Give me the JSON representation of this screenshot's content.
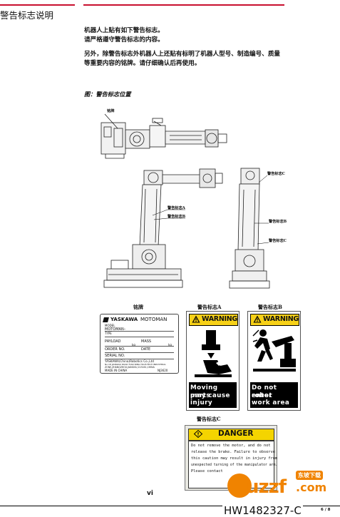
{
  "header": {
    "section_title": "警告标志说明"
  },
  "intro": {
    "line1": "机器人上贴有如下警告标志。",
    "line2": "请严格遵守警告标志的内容。",
    "line3": "另外，除警告标志外机器人上还贴有标明了机器人型号、制造编号、质量",
    "line4": "等重要内容的铭牌。请仔细确认后再使用。"
  },
  "figure": {
    "caption": "图：警告标志位置",
    "callouts": {
      "nameplate": "铭牌",
      "warning_a_1": "警告标志A",
      "warning_b_1": "警告标志B",
      "warning_c_1": "警告标志C",
      "warning_b_2": "警告标志B",
      "warning_c_2": "警告标志C"
    }
  },
  "labels_row": {
    "nameplate_title": "铭牌",
    "warning_a_title": "警告标志A",
    "warning_b_title": "警告标志B",
    "warning_c_title": "警告标志C"
  },
  "nameplate": {
    "brand": "YASKAWA",
    "product": "MOTOMAN",
    "model_label": "MODEL",
    "model_value": "MOTOMAN–",
    "type_label": "TYPE",
    "payload_label": "PAYLOAD",
    "payload_unit": "kg",
    "mass_label": "MASS",
    "mass_unit": "kg",
    "order_label": "ORDER NO.",
    "date_label": "DATE",
    "serial_label": "SERIAL NO.",
    "maker_line1": "YASKAWA(China)Robotics Co.,Ltd",
    "maker_line2": "No.18 JIANGKAI ROAD TIAN NING HIGH-TECH INDUSTRIAL",
    "maker_line3": "ZONE,ZHANGZHOU,JIANGSU,213161,CHINA",
    "made_in": "MADE IN CHINA",
    "code": "NJ3620"
  },
  "warning_a": {
    "header": "WARNING",
    "text_lines": [
      "Moving parts",
      "may cause",
      "injury"
    ]
  },
  "warning_b": {
    "header": "WARNING",
    "text_lines": [
      "Do not enter",
      "robot",
      "work area"
    ]
  },
  "danger_c": {
    "header": "DANGER",
    "text_lines": [
      "Do not remove the motor, and do not",
      "release the brake. Failure to observe",
      "this caution may result in injury from",
      "unexpected turning of the manipulator arm.",
      "Please contact"
    ]
  },
  "footer": {
    "page_number": "vi",
    "doc_code": "HW1482327-C",
    "page_count": "6 / 8",
    "watermark_brand": "uzzf",
    "watermark_domain": ".com",
    "watermark_tag": "东坡下载"
  },
  "colors": {
    "rule": "#c8102e",
    "warning_yellow": "#f7d117",
    "danger_yellow": "#f4d400",
    "watermark_orange": "#f08300"
  }
}
